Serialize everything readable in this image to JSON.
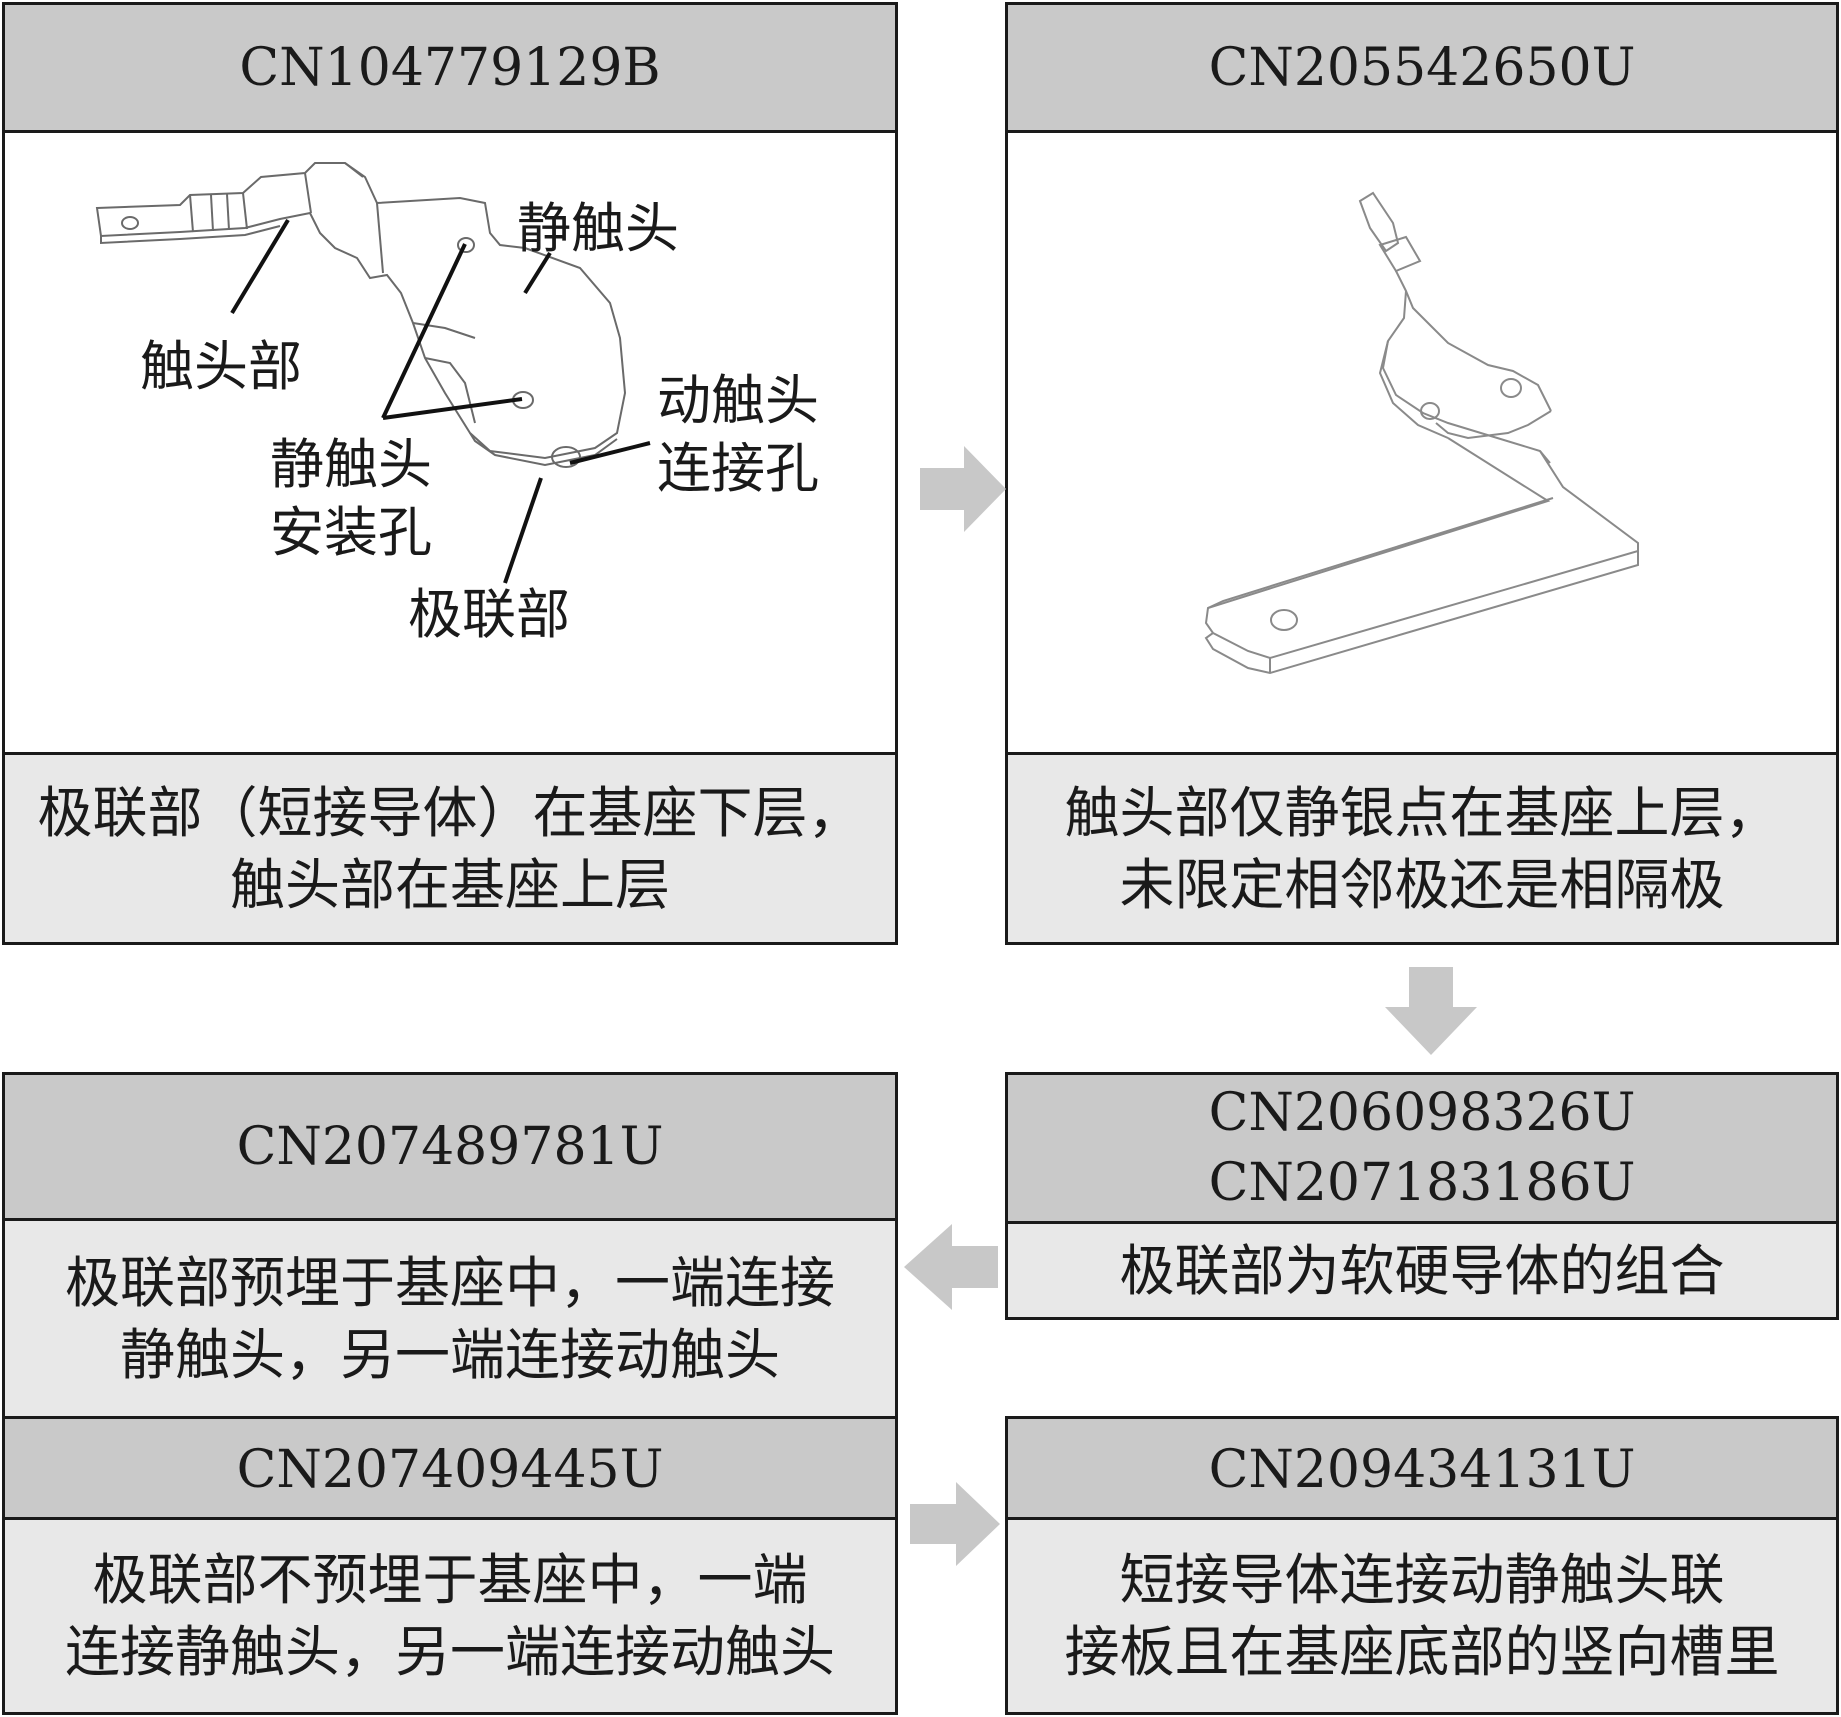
{
  "colors": {
    "header_bg": "#c9c9c9",
    "desc_bg": "#e8e8e8",
    "arrow": "#c8c8c8",
    "border": "#1a1a1a"
  },
  "boxes": [
    {
      "id": "b1",
      "header": [
        "CN104779129B"
      ],
      "desc": [
        "极联部（短接导体）在基座下层，",
        "触头部在基座上层"
      ]
    },
    {
      "id": "b2",
      "header": [
        "CN205542650U"
      ],
      "desc": [
        "触头部仅静银点在基座上层，",
        "未限定相邻极还是相隔极"
      ]
    },
    {
      "id": "b3",
      "header": [
        "CN206098326U",
        "CN207183186U"
      ],
      "desc": [
        "极联部为软硬导体的组合"
      ]
    },
    {
      "id": "b4",
      "header": [
        "CN207489781U"
      ],
      "desc": [
        "极联部预埋于基座中，一端连接",
        "静触头，另一端连接动触头"
      ]
    },
    {
      "id": "b5",
      "header": [
        "CN207409445U"
      ],
      "desc": [
        "极联部不预埋于基座中，一端",
        "连接静触头，另一端连接动触头"
      ]
    },
    {
      "id": "b6",
      "header": [
        "CN209434131U"
      ],
      "desc": [
        "短接导体连接动静触头联",
        "接板且在基座底部的竖向槽里"
      ]
    }
  ],
  "figure1_labels": {
    "static_contact": "静触头",
    "contact_part": "触头部",
    "moving_contact_hole": [
      "动触头",
      "连接孔"
    ],
    "static_contact_hole": [
      "静触头",
      "安装孔"
    ],
    "pole_link_part": "极联部"
  },
  "arrows": [
    "right",
    "down",
    "left",
    "right"
  ]
}
